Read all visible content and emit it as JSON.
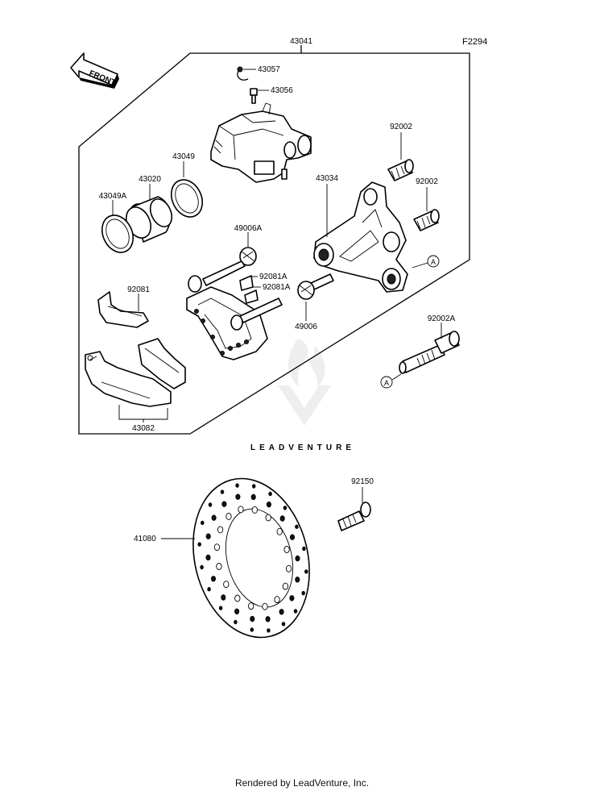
{
  "figure_code": "F2294",
  "front_label": "FRONT",
  "ref_marker": "A",
  "parts": {
    "assembly": "43041",
    "clip": "43057",
    "bleeder": "43056",
    "seal": "43049",
    "piston": "43020",
    "seal_a": "43049A",
    "bolt_upper": "92002",
    "bolt_mid": "92002",
    "bracket": "43034",
    "boot_a": "49006A",
    "spring_a_upper": "92081A",
    "spring_a_lower": "92081A",
    "spring": "92081",
    "boot": "49006",
    "bolt_a": "92002A",
    "pads": "43082",
    "disc_bolt": "92150",
    "disc": "41080"
  },
  "watermark": "LEADVENTURE",
  "footer": "Rendered by LeadVenture, Inc."
}
